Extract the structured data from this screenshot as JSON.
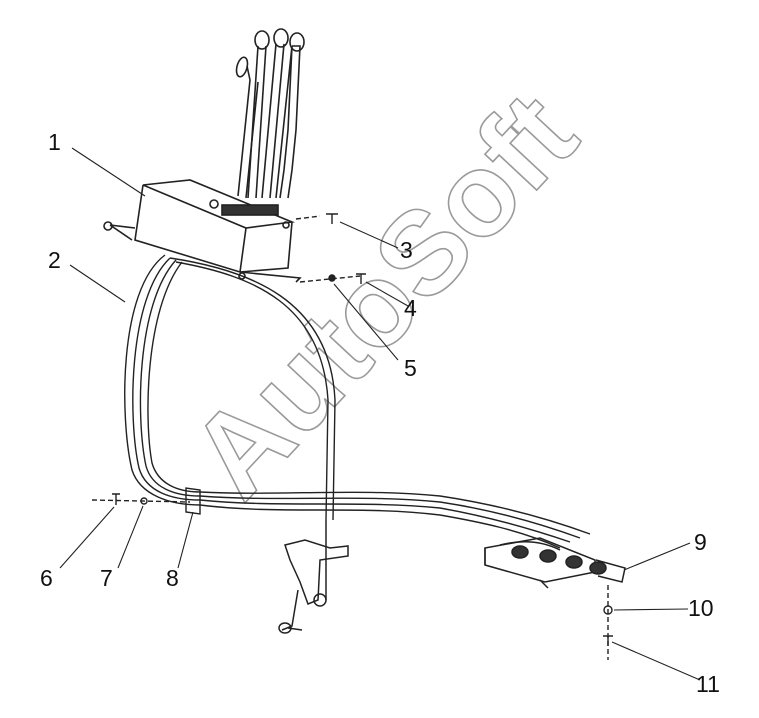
{
  "diagram": {
    "watermark": "AutoSoft",
    "callouts": [
      {
        "id": "c1",
        "label": "1"
      },
      {
        "id": "c2",
        "label": "2"
      },
      {
        "id": "c3",
        "label": "3"
      },
      {
        "id": "c4",
        "label": "4"
      },
      {
        "id": "c5",
        "label": "5"
      },
      {
        "id": "c6",
        "label": "6"
      },
      {
        "id": "c7",
        "label": "7"
      },
      {
        "id": "c8",
        "label": "8"
      },
      {
        "id": "c9",
        "label": "9"
      },
      {
        "id": "c10",
        "label": "10"
      },
      {
        "id": "c11",
        "label": "11"
      }
    ],
    "colors": {
      "line": "#222222",
      "watermark": "#9a9a9a",
      "background": "#ffffff"
    }
  }
}
